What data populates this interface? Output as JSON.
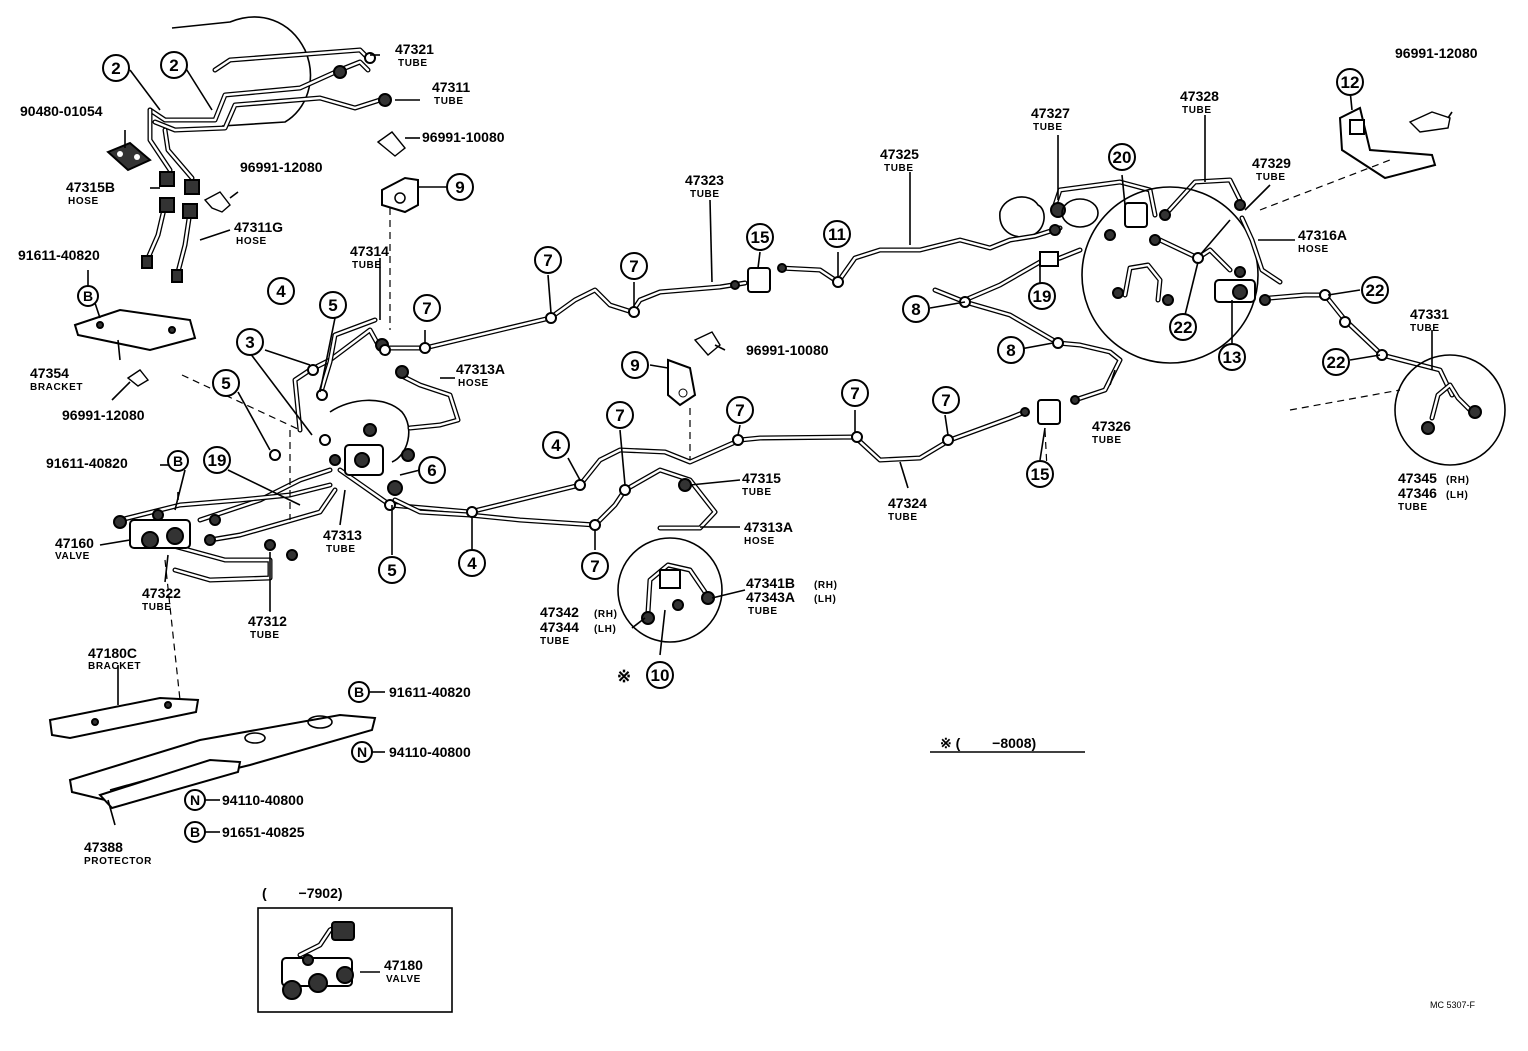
{
  "parts": {
    "p47321": {
      "num": "47321",
      "sub": "TUBE"
    },
    "p47311": {
      "num": "47311",
      "sub": "TUBE"
    },
    "p96991_10080a": {
      "num": "96991-10080"
    },
    "p90480": {
      "num": "90480-01054"
    },
    "p47315B": {
      "num": "47315B",
      "sub": "HOSE"
    },
    "p96991_12080a": {
      "num": "96991-12080"
    },
    "p47311G": {
      "num": "47311G",
      "sub": "HOSE"
    },
    "p91611_40820a": {
      "num": "91611-40820"
    },
    "p47354": {
      "num": "47354",
      "sub": "BRACKET"
    },
    "p96991_12080b": {
      "num": "96991-12080"
    },
    "p91611_40820b": {
      "num": "91611-40820"
    },
    "p47160": {
      "num": "47160",
      "sub": "VALVE"
    },
    "p47322": {
      "num": "47322",
      "sub": "TUBE"
    },
    "p47312": {
      "num": "47312",
      "sub": "TUBE"
    },
    "p47313": {
      "num": "47313",
      "sub": "TUBE"
    },
    "p47314": {
      "num": "47314",
      "sub": "TUBE"
    },
    "p47313A_a": {
      "num": "47313A",
      "sub": "HOSE"
    },
    "p47323": {
      "num": "47323",
      "sub": "TUBE"
    },
    "p47325": {
      "num": "47325",
      "sub": "TUBE"
    },
    "p47327": {
      "num": "47327",
      "sub": "TUBE"
    },
    "p47328": {
      "num": "47328",
      "sub": "TUBE"
    },
    "p47329": {
      "num": "47329",
      "sub": "TUBE"
    },
    "p96991_12080c": {
      "num": "96991-12080"
    },
    "p47316A": {
      "num": "47316A",
      "sub": "HOSE"
    },
    "p47331": {
      "num": "47331",
      "sub": "TUBE"
    },
    "p47345": {
      "num": "47345",
      "side": "(RH)"
    },
    "p47346": {
      "num": "47346",
      "side": "(LH)",
      "sub": "TUBE"
    },
    "p47326": {
      "num": "47326",
      "sub": "TUBE"
    },
    "p47324": {
      "num": "47324",
      "sub": "TUBE"
    },
    "p96991_10080b": {
      "num": "96991-10080"
    },
    "p47315": {
      "num": "47315",
      "sub": "TUBE"
    },
    "p47313A_b": {
      "num": "47313A",
      "sub": "HOSE"
    },
    "p47341B": {
      "num": "47341B",
      "side": "(RH)"
    },
    "p47343A": {
      "num": "47343A",
      "side": "(LH)",
      "sub": "TUBE"
    },
    "p47342": {
      "num": "47342",
      "side": "(RH)"
    },
    "p47344": {
      "num": "47344",
      "side": "(LH)",
      "sub": "TUBE"
    },
    "p47180C": {
      "num": "47180C",
      "sub": "BRACKET"
    },
    "p91611_40820c": {
      "num": "91611-40820"
    },
    "p94110_a": {
      "num": "94110-40800"
    },
    "p94110_b": {
      "num": "94110-40800"
    },
    "p91651": {
      "num": "91651-40825"
    },
    "p47388": {
      "num": "47388",
      "sub": "PROTECTOR"
    },
    "p47180": {
      "num": "47180",
      "sub": "VALVE"
    }
  },
  "callouts": {
    "c2a": "2",
    "c2b": "2",
    "c9a": "9",
    "c4a": "4",
    "c5a": "5",
    "c7a": "7",
    "c3": "3",
    "c5b": "5",
    "c19a": "19",
    "c6": "6",
    "c5c": "5",
    "c4b": "4",
    "c7b": "7",
    "c7c": "7",
    "c7d": "7",
    "c15a": "15",
    "c11": "11",
    "c9b": "9",
    "c4c": "4",
    "c7e": "7",
    "c7f": "7",
    "c7g": "7",
    "c7h": "7",
    "c10": "10",
    "c15b": "15",
    "c8a": "8",
    "c8b": "8",
    "c19b": "19",
    "c20": "20",
    "c22a": "22",
    "c22b": "22",
    "c22c": "22",
    "c13": "13",
    "c12": "12",
    "b1": "B",
    "b2": "B",
    "b3": "B",
    "b4": "B",
    "n1": "N",
    "n2": "N"
  },
  "notes": {
    "mark_left": "※",
    "date_note": "※ (　　 −8008)",
    "inset_date": "(　　 −7902)",
    "code": "MC 5307-F"
  }
}
